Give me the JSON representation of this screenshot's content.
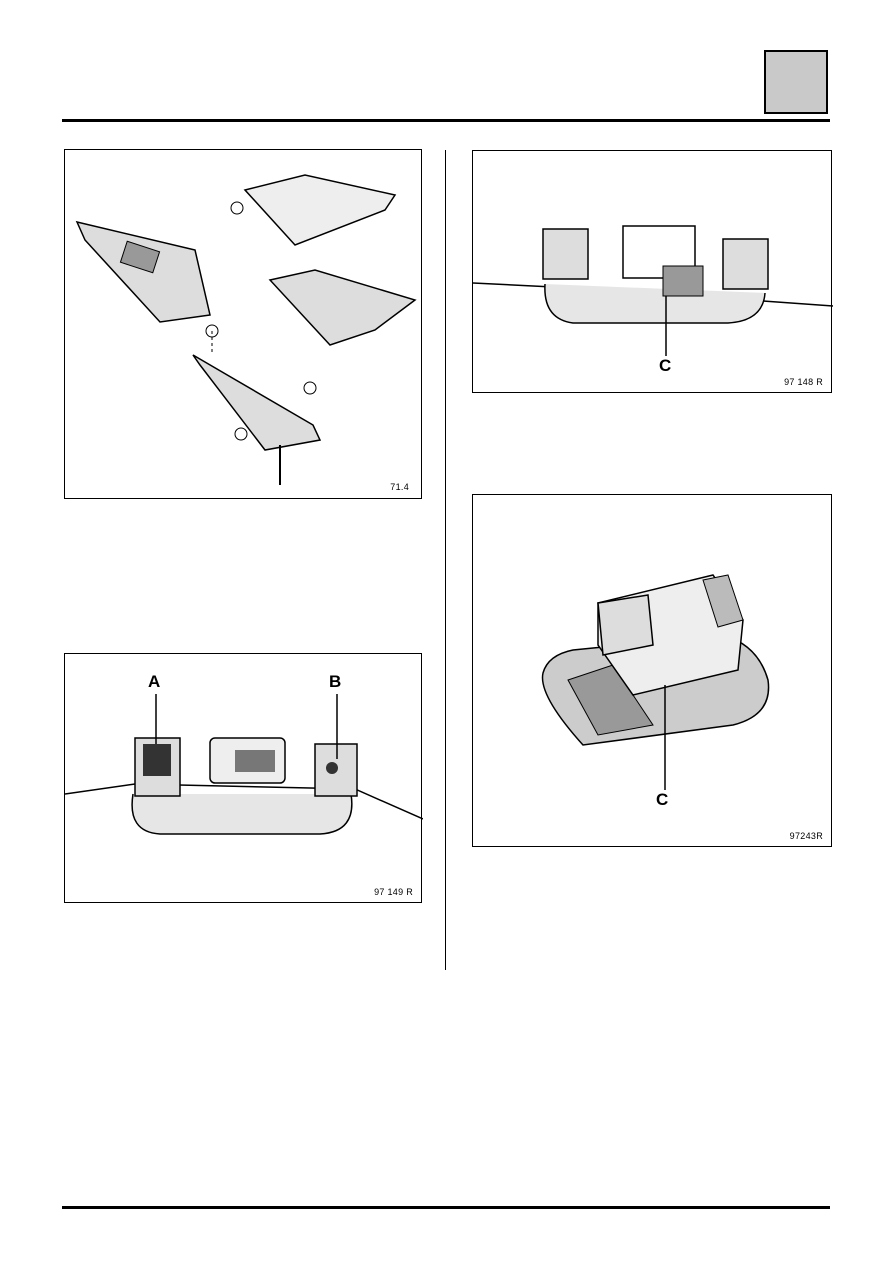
{
  "figures": [
    {
      "id": "fig-sunvisor-exploded",
      "ref": "71.4"
    },
    {
      "id": "fig-grab-handle-connector",
      "ref": "97 148 R",
      "callouts": [
        "C"
      ]
    },
    {
      "id": "fig-grab-handle-covers",
      "ref": "97 149 R",
      "callouts": [
        "A",
        "B"
      ]
    },
    {
      "id": "fig-lamp-unit-detail",
      "ref": "97243R",
      "callouts": [
        "C"
      ]
    }
  ],
  "colors": {
    "tab_fill": "#c9c9c9",
    "rule": "#000000"
  }
}
